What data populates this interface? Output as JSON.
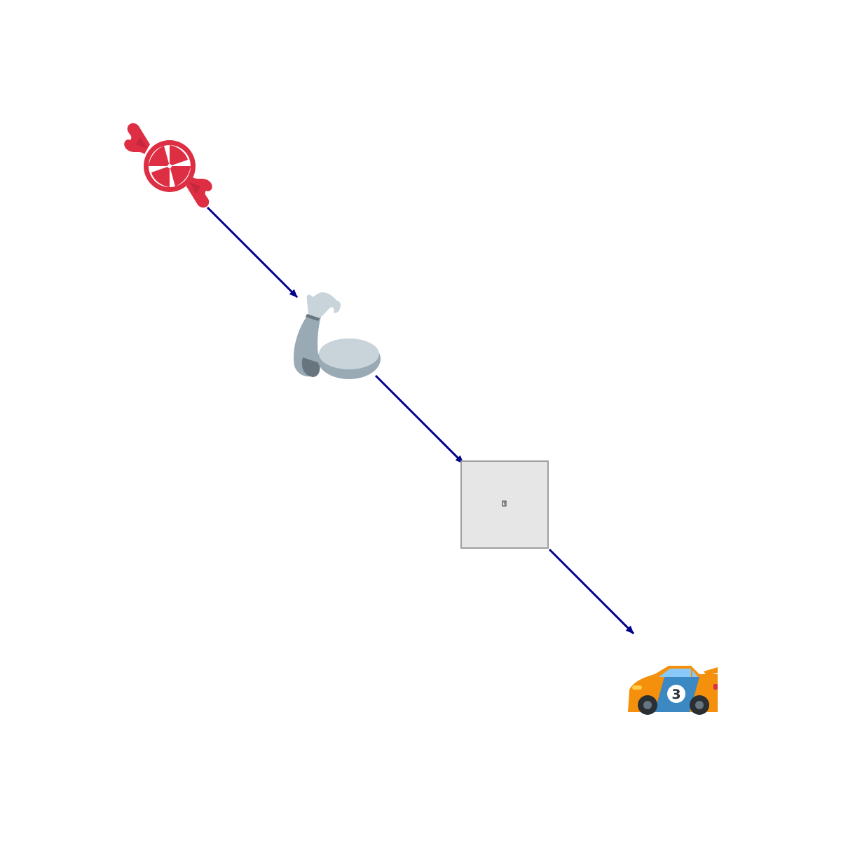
{
  "diagram": {
    "type": "flow",
    "background_color": "#ffffff",
    "edge_color": "#00008b",
    "nodes": [
      {
        "id": "candy",
        "icon": "candy-icon",
        "kind": "emoji"
      },
      {
        "id": "arm",
        "icon": "mechanical-arm-icon",
        "kind": "emoji"
      },
      {
        "id": "unknown",
        "icon": "missing-glyph-icon",
        "kind": "box",
        "label": "?"
      },
      {
        "id": "car",
        "icon": "race-car-icon",
        "kind": "emoji",
        "number": "3"
      }
    ],
    "edges": [
      {
        "from": "candy",
        "to": "arm"
      },
      {
        "from": "arm",
        "to": "unknown"
      },
      {
        "from": "unknown",
        "to": "car"
      }
    ]
  }
}
